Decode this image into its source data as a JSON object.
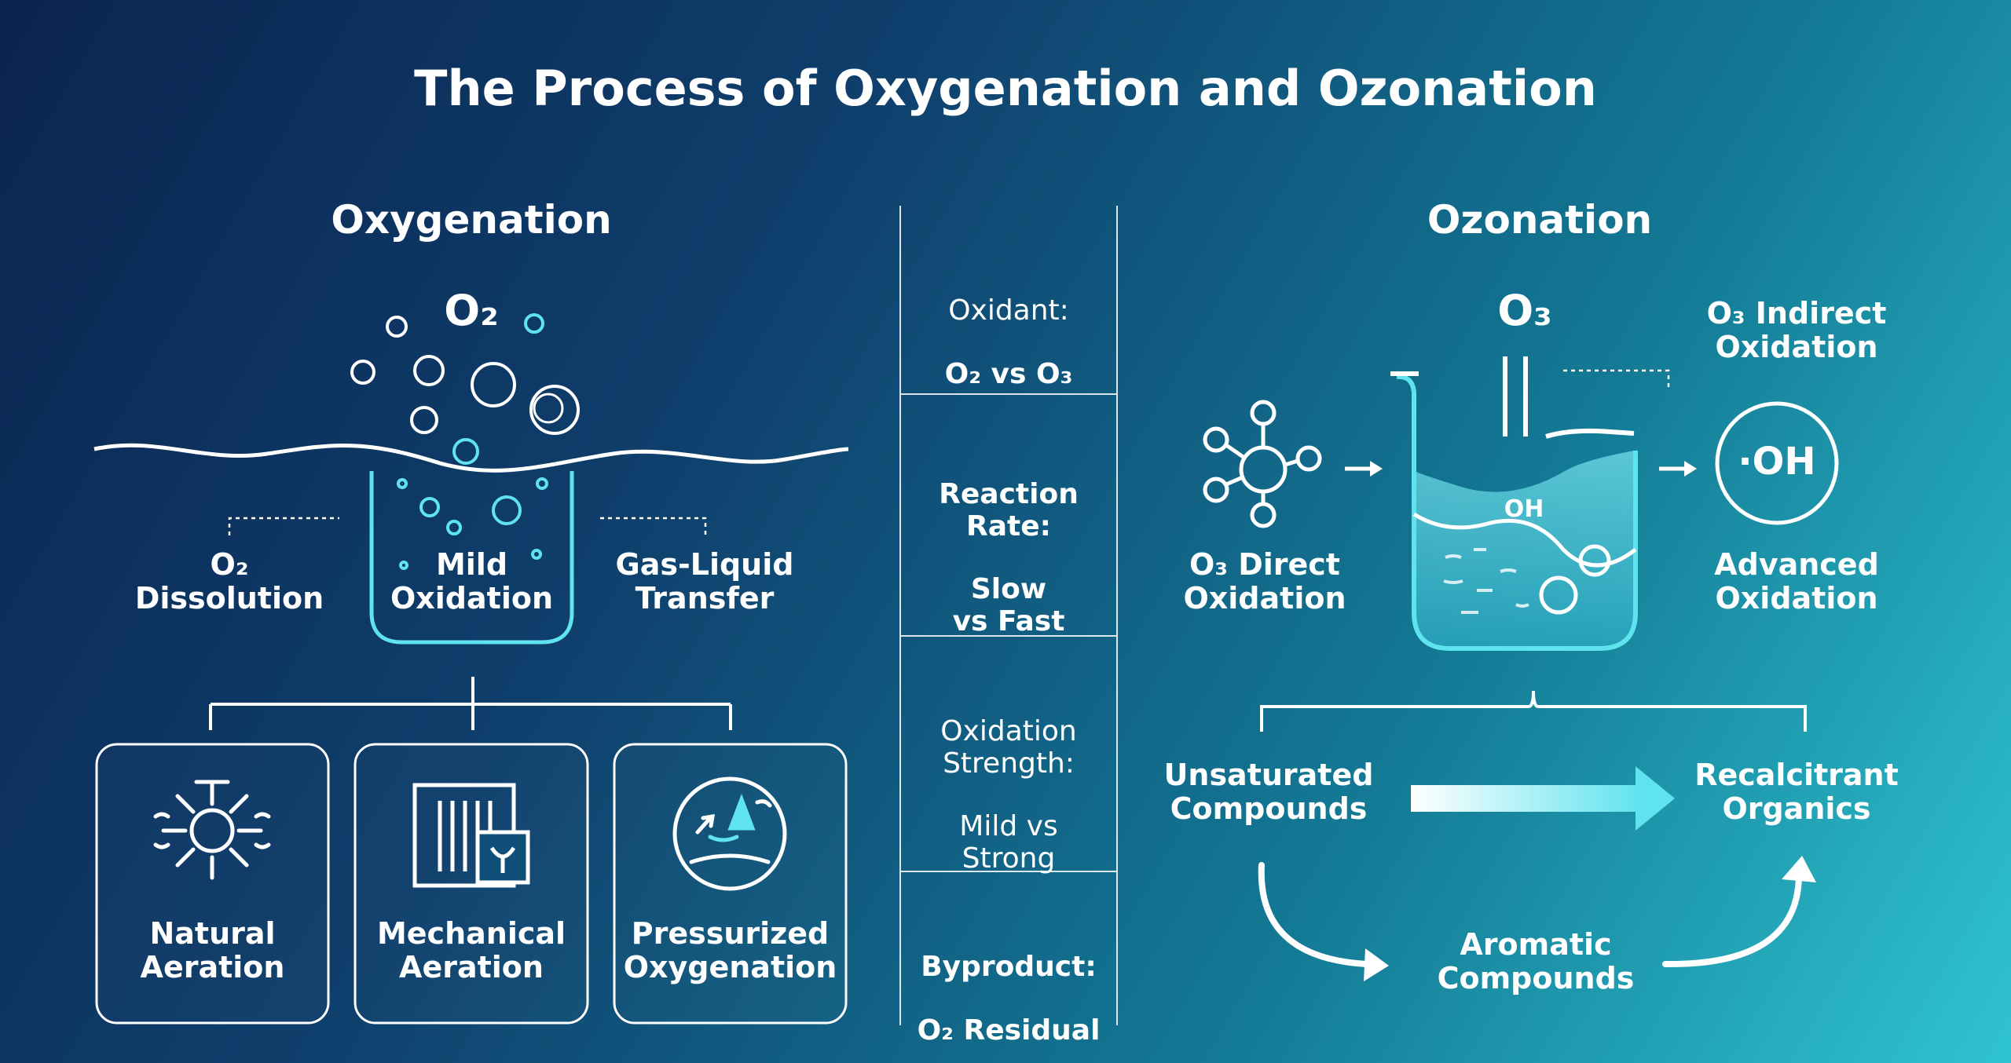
{
  "title": "The Process of Oxygenation and Ozonation",
  "oxygenation": {
    "heading": "Oxygenation",
    "formula": "O₂",
    "labels": {
      "dissolution": "O₂\nDissolution",
      "mild_oxidation": "Mild\nOxidation",
      "gas_liquid": "Gas-Liquid\nTransfer"
    },
    "methods": [
      {
        "label": "Natural\nAeration",
        "icon": "sun-diffuser-icon"
      },
      {
        "label": "Mechanical\nAeration",
        "icon": "mechanical-aerator-icon"
      },
      {
        "label": "Pressurized\nOxygenation",
        "icon": "pressure-gauge-icon"
      }
    ]
  },
  "comparison": [
    {
      "line1": "Oxidant:",
      "line2": "O₂ vs O₃"
    },
    {
      "line1": "Reaction\nRate:",
      "line2": "Slow\nvs Fast"
    },
    {
      "line1": "Oxidation\nStrength:",
      "line2": "Mild vs\nStrong"
    },
    {
      "line1": "Byproduct:",
      "line2": "O₂ Residual"
    }
  ],
  "ozonation": {
    "heading": "Ozonation",
    "formula": "O₃",
    "indirect": "O₃ Indirect\nOxidation",
    "direct": "O₃ Direct\nOxidation",
    "beaker_label": "OH",
    "radical": "·OH",
    "advanced": "Advanced\nOxidation",
    "unsaturated": "Unsaturated\nCompounds",
    "recalcitrant": "Recalcitrant\nOrganics",
    "aromatic": "Aromatic\nCompounds"
  },
  "colors": {
    "accent": "#5fe3ee",
    "line": "#ffffff"
  }
}
